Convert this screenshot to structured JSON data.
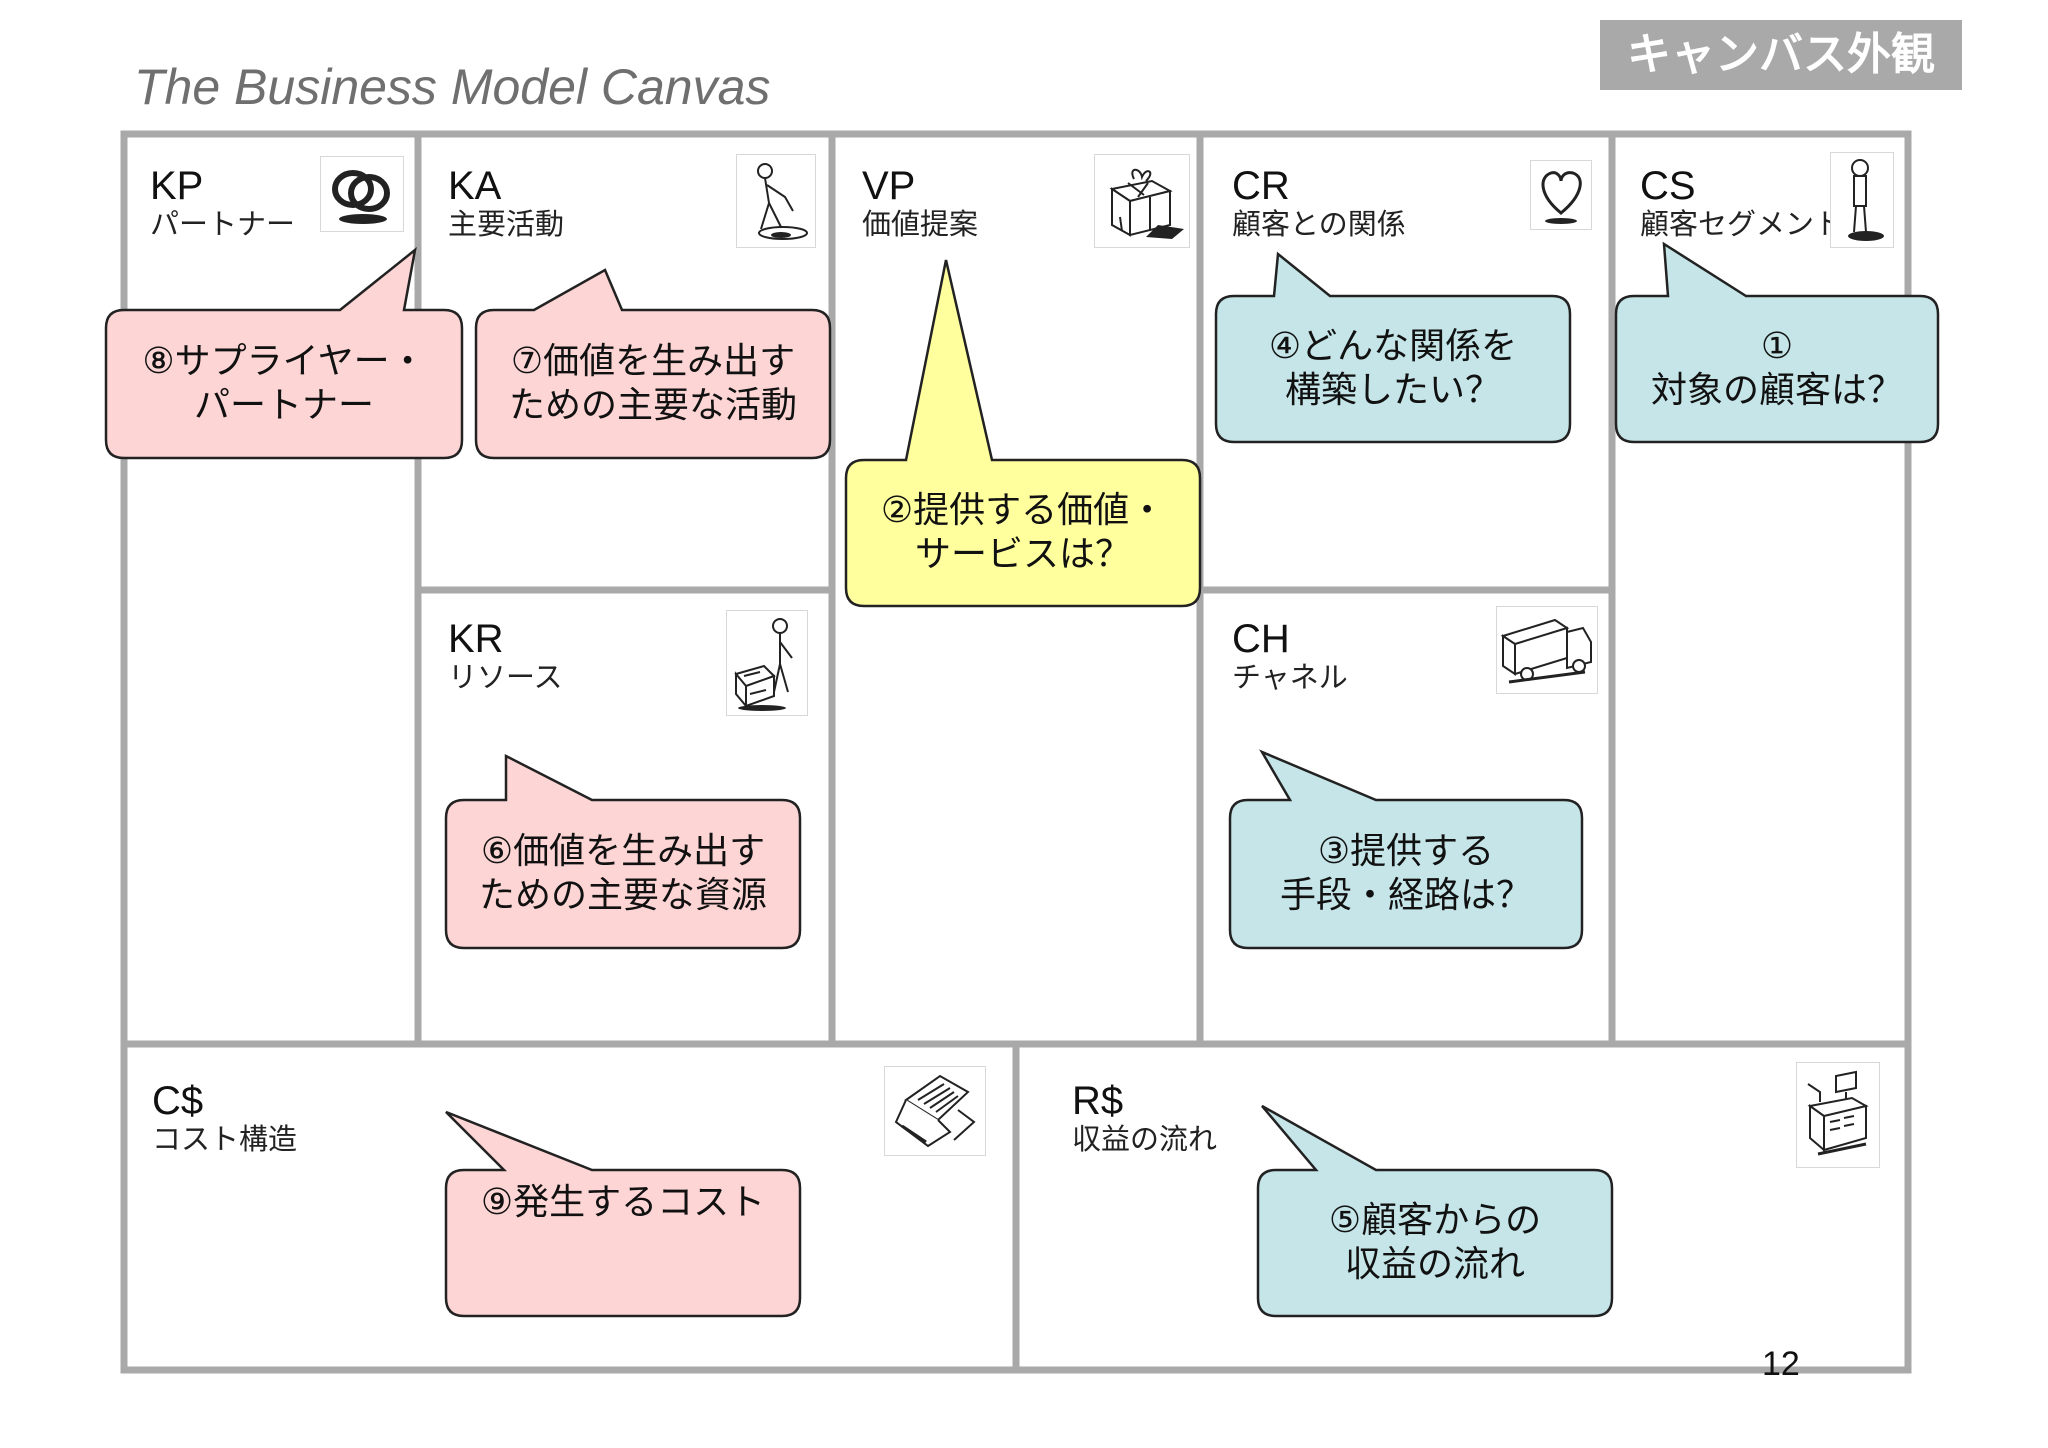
{
  "header": {
    "title": "The Business Model Canvas",
    "badge": "キャンバス外観"
  },
  "blocks": {
    "kp": {
      "code": "KP",
      "name": "パートナー",
      "icon": "interlocked-rings-icon"
    },
    "ka": {
      "code": "KA",
      "name": "主要活動",
      "icon": "worker-pulling-icon"
    },
    "vp": {
      "code": "VP",
      "name": "価値提案",
      "icon": "gift-box-icon"
    },
    "cr": {
      "code": "CR",
      "name": "顧客との関係",
      "icon": "heart-icon"
    },
    "cs": {
      "code": "CS",
      "name": "顧客セグメント",
      "icon": "standing-person-icon"
    },
    "kr": {
      "code": "KR",
      "name": "リソース",
      "icon": "person-with-machine-icon"
    },
    "ch": {
      "code": "CH",
      "name": "チャネル",
      "icon": "delivery-truck-icon"
    },
    "cost": {
      "code": "C$",
      "name": "コスト構造",
      "icon": "receipt-icon"
    },
    "revenue": {
      "code": "R$",
      "name": "収益の流れ",
      "icon": "cash-register-icon"
    }
  },
  "bubbles": {
    "kp": "⑧サプライヤー・\nパートナー",
    "ka": "⑦価値を生み出す\nための主要な活動",
    "vp": "②提供する価値・\nサービスは？",
    "cr": "④どんな関係を\n構築したい？",
    "cs": "①\n対象の顧客は？",
    "kr": "⑥価値を生み出す\nための主要な資源",
    "ch": "③提供する\n手段・経路は？",
    "cost": "⑨発生するコスト",
    "revenue": "⑤顧客からの\n収益の流れ"
  },
  "colors": {
    "pink_fill": "#fdd5d5",
    "yellow_fill": "#ffff9e",
    "teal_fill": "#c5e5e8",
    "grid_line": "#a9a9a9",
    "badge_bg": "#a9a9a9"
  },
  "footer": {
    "page_number": "12"
  }
}
